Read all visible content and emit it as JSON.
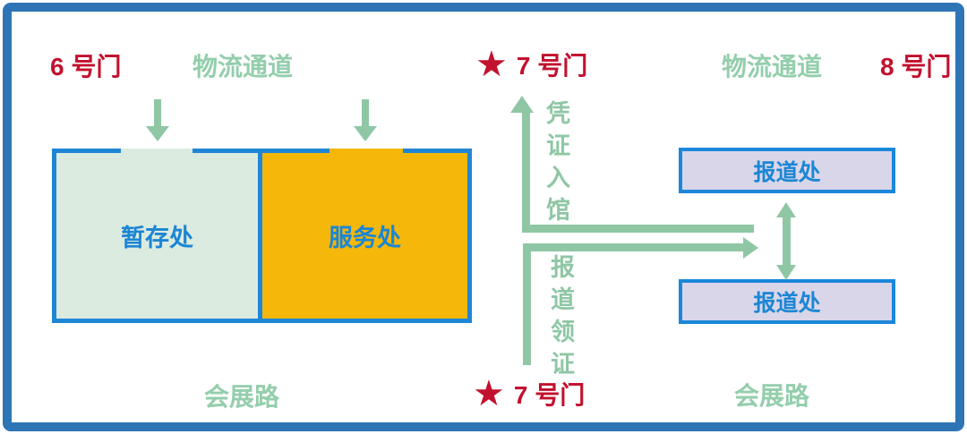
{
  "palette": {
    "frame_blue": "#2e75b6",
    "box_border_blue": "#1f86d6",
    "text_blue": "#1b86d4",
    "gate_red": "#c2112e",
    "route_green": "#8fc7a5",
    "label_green": "#94ceac",
    "storage_fill": "#dcebe0",
    "service_fill": "#f4b70a",
    "registration_fill": "#d9d6e9"
  },
  "top_row": {
    "gate6_label": "6 号门",
    "logistics_left_label": "物流通道",
    "star": "★",
    "gate7_label": "7 号门",
    "logistics_right_label": "物流通道",
    "gate8_label": "8 号门"
  },
  "buildings": {
    "storage_label": "暂存处",
    "service_label": "服务处"
  },
  "registration": {
    "upper_label": "报道处",
    "lower_label": "报道处"
  },
  "routes": {
    "enter_with_pass_label": "凭证入馆",
    "register_collect_pass_label": "报道领证"
  },
  "bottom_row": {
    "road_left_label": "会展路",
    "star": "★",
    "gate7_label": "7 号门",
    "road_right_label": "会展路"
  }
}
